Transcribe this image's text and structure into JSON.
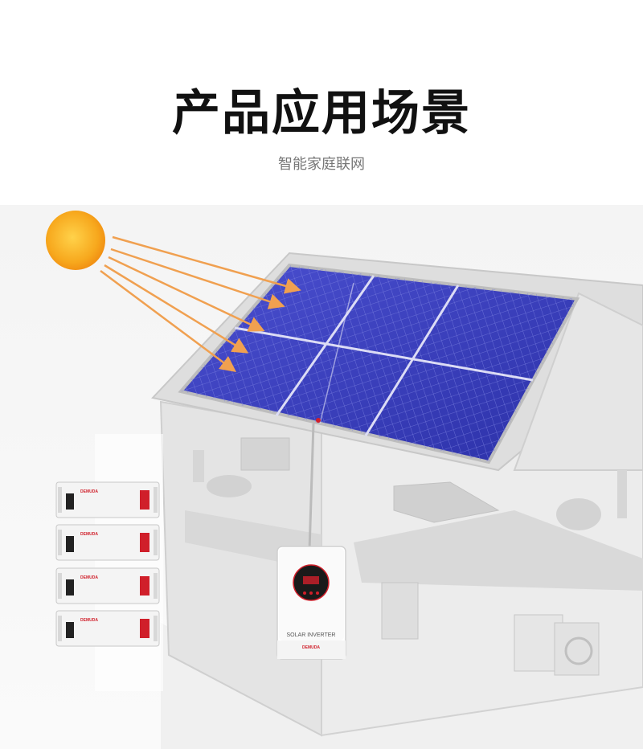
{
  "header": {
    "title": "产品应用场景",
    "subtitle": "智能家庭联网"
  },
  "scene": {
    "inverter_label": "SOLAR INVERTER",
    "inverter_brand": "DEMUDA",
    "battery_brand": "DEMUDA",
    "battery_count": 4,
    "colors": {
      "sun": "#f5a41c",
      "panel": "#3a3fb8",
      "rays": "#f0a050",
      "house": "#e8e8e8",
      "accent_red": "#d01f2a"
    }
  }
}
